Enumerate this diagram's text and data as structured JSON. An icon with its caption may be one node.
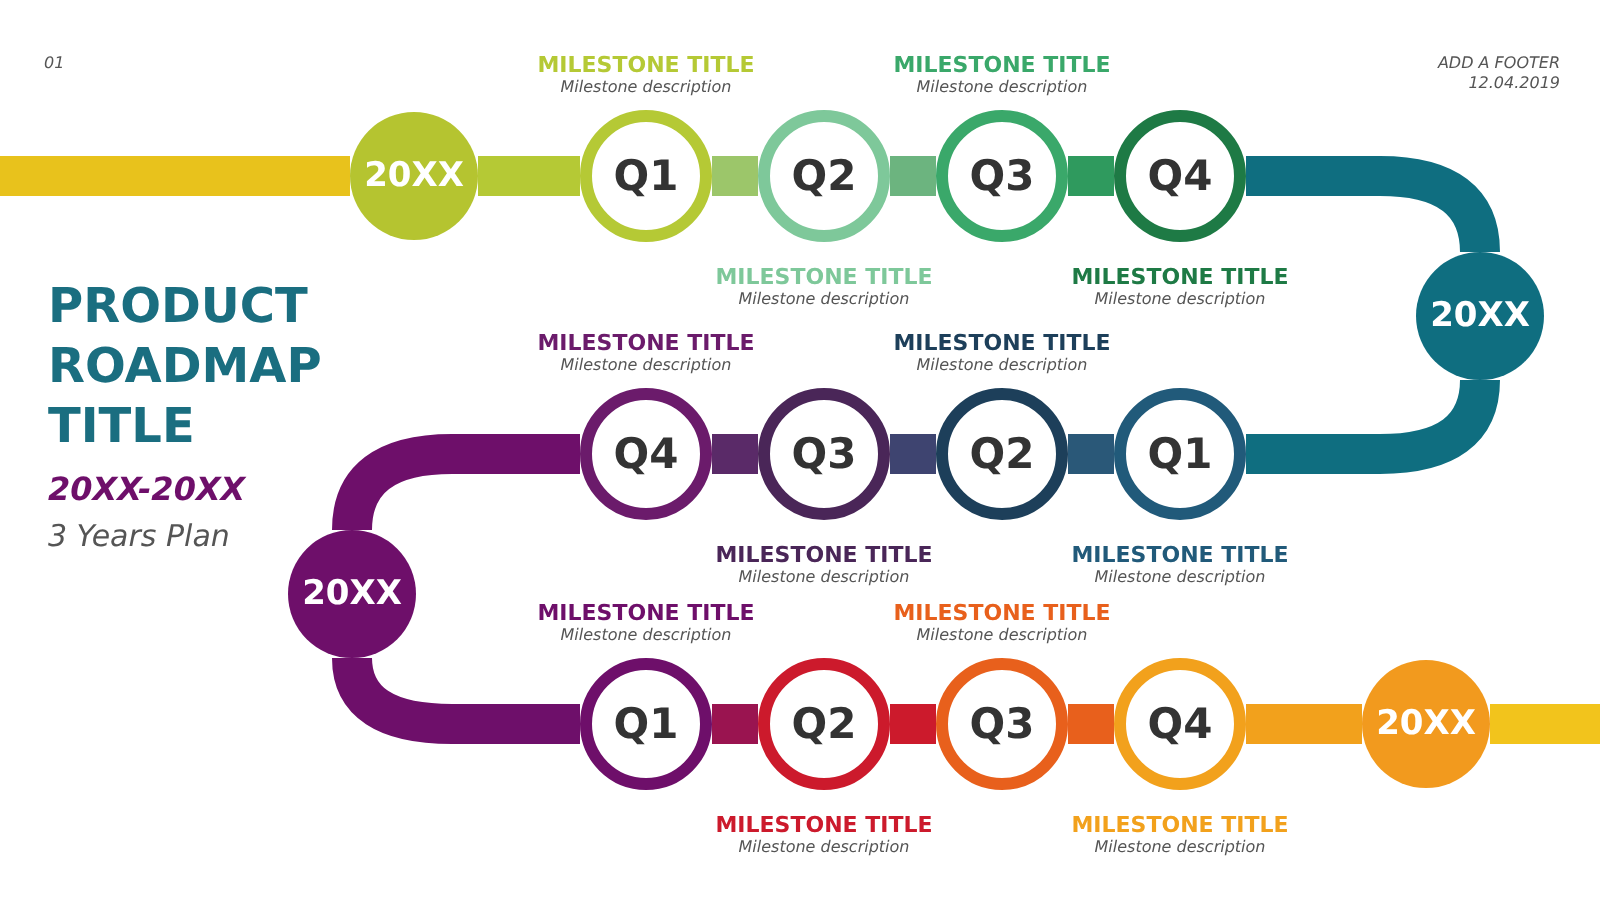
{
  "diagram": {
    "title": "PRODUCT ROADMAP TITLE",
    "nodes": [
      {
        "text": [
          "20XX"
        ]
      },
      {
        "text": [
          "Q1"
        ],
        "beside": [
          "MILESTONE TITLE",
          "Milestone description"
        ]
      },
      {
        "text": [
          "Q2"
        ],
        "beside": [
          "MILESTONE TITLE",
          "Milestone description"
        ]
      },
      {
        "text": [
          "Q3"
        ],
        "beside": [
          "MILESTONE TITLE",
          "Milestone description"
        ]
      },
      {
        "text": [
          "Q4"
        ],
        "beside": [
          "MILESTONE TITLE",
          "Milestone description"
        ]
      },
      {
        "text": [
          "20XX"
        ]
      },
      {
        "text": [
          "Q4"
        ],
        "beside": [
          "MILESTONE TITLE",
          "Milestone description"
        ]
      },
      {
        "text": [
          "Q3"
        ],
        "beside": [
          "MILESTONE TITLE",
          "Milestone description"
        ]
      },
      {
        "text": [
          "Q2"
        ],
        "beside": [
          "MILESTONE TITLE",
          "Milestone description"
        ]
      },
      {
        "text": [
          "Q1"
        ],
        "beside": [
          "MILESTONE TITLE",
          "Milestone description"
        ]
      },
      {
        "text": [
          "20XX"
        ]
      },
      {
        "text": [
          "Q1"
        ],
        "beside": [
          "MILESTONE TITLE",
          "Milestone description"
        ]
      },
      {
        "text": [
          "Q2"
        ],
        "beside": [
          "MILESTONE TITLE",
          "Milestone description"
        ]
      },
      {
        "text": [
          "Q3"
        ],
        "beside": [
          "MILESTONE TITLE",
          "Milestone description"
        ]
      },
      {
        "text": [
          "Q4"
        ],
        "beside": [
          "MILESTONE TITLE",
          "Milestone description"
        ]
      },
      {
        "text": [
          "20XX"
        ]
      }
    ],
    "edges": [
      {
        "from": null,
        "to": 0,
        "arrow": "none",
        "color": "#e8c21c"
      },
      {
        "from": 0,
        "to": 1,
        "arrow": "none",
        "color": "#b5c935"
      },
      {
        "from": 1,
        "to": 2,
        "arrow": "none",
        "color": "#9cc66a"
      },
      {
        "from": 2,
        "to": 3,
        "arrow": "none",
        "color": "#6cb47f"
      },
      {
        "from": 3,
        "to": 4,
        "arrow": "none",
        "color": "#2f9a5e"
      },
      {
        "from": 4,
        "to": 5,
        "arrow": "none",
        "color": "#0f6e80"
      },
      {
        "from": 5,
        "to": 9,
        "arrow": "none",
        "color": "#0f6e80"
      },
      {
        "from": 9,
        "to": 8,
        "arrow": "none",
        "color": "#2a5878"
      },
      {
        "from": 8,
        "to": 7,
        "arrow": "none",
        "color": "#3e4470"
      },
      {
        "from": 7,
        "to": 6,
        "arrow": "none",
        "color": "#5a2a68"
      },
      {
        "from": 6,
        "to": 10,
        "arrow": "none",
        "color": "#6e0f6a"
      },
      {
        "from": 10,
        "to": 11,
        "arrow": "none",
        "color": "#6e0f6a"
      },
      {
        "from": 11,
        "to": 12,
        "arrow": "none",
        "color": "#9a1450"
      },
      {
        "from": 12,
        "to": 13,
        "arrow": "none",
        "color": "#cc1a2c"
      },
      {
        "from": 13,
        "to": 14,
        "arrow": "none",
        "color": "#e8601c"
      },
      {
        "from": 14,
        "to": 15,
        "arrow": "none",
        "color": "#f2a11c"
      },
      {
        "from": 15,
        "to": null,
        "arrow": "none",
        "color": "#f2c41c"
      }
    ],
    "labels": [
      "01",
      "ADD A FOOTER",
      "12.04.2019",
      "20XX-20XX",
      "3 Years Plan"
    ]
  }
}
